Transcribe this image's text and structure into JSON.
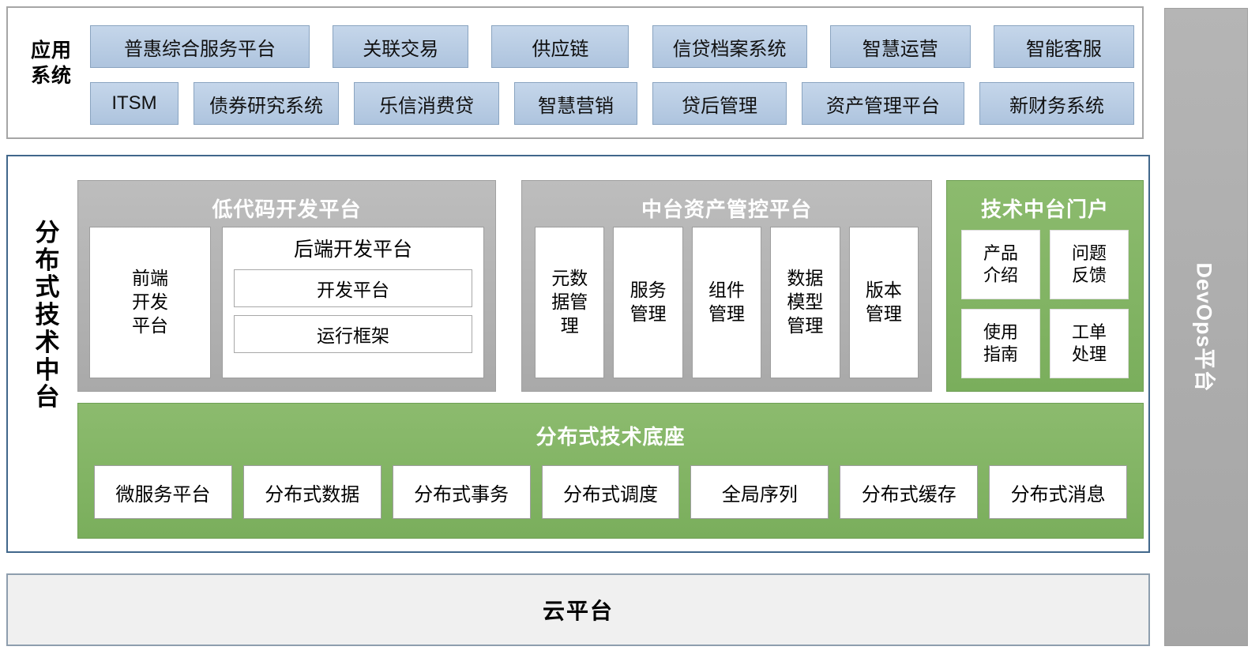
{
  "application_layer": {
    "label": "应用系统",
    "label_lines": [
      "应用",
      "系统"
    ],
    "row1": [
      "普惠综合服务平台",
      "关联交易",
      "供应链",
      "信贷档案系统",
      "智慧运营",
      "智能客服"
    ],
    "row2": [
      "ITSM",
      "债券研究系统",
      "乐信消费贷",
      "智慧营销",
      "贷后管理",
      "资产管理平台",
      "新财务系统"
    ]
  },
  "middle_layer": {
    "label": "分布式技术中台",
    "label_chars": [
      "分",
      "布",
      "式",
      "技",
      "术",
      "中",
      "台"
    ],
    "lowcode": {
      "title": "低代码开发平台",
      "frontend": "前端开发平台",
      "frontend_lines": [
        "前端",
        "开发",
        "平台"
      ],
      "backend_title": "后端开发平台",
      "backend_items": [
        "开发平台",
        "运行框架"
      ]
    },
    "assets": {
      "title": "中台资产管控平台",
      "items": [
        {
          "label": "元数据管理",
          "lines": [
            "元数",
            "据管",
            "理"
          ]
        },
        {
          "label": "服务管理",
          "lines": [
            "服务",
            "管理"
          ]
        },
        {
          "label": "组件管理",
          "lines": [
            "组件",
            "管理"
          ]
        },
        {
          "label": "数据模型管理",
          "lines": [
            "数据",
            "模型",
            "管理"
          ]
        },
        {
          "label": "版本管理",
          "lines": [
            "版本",
            "管理"
          ]
        }
      ]
    },
    "portal": {
      "title": "技术中台门户",
      "items": [
        {
          "label": "产品介绍",
          "lines": [
            "产品",
            "介绍"
          ]
        },
        {
          "label": "问题反馈",
          "lines": [
            "问题",
            "反馈"
          ]
        },
        {
          "label": "使用指南",
          "lines": [
            "使用",
            "指南"
          ]
        },
        {
          "label": "工单处理",
          "lines": [
            "工单",
            "处理"
          ]
        }
      ]
    },
    "base": {
      "title": "分布式技术底座",
      "items": [
        "微服务平台",
        "分布式数据",
        "分布式事务",
        "分布式调度",
        "全局序列",
        "分布式缓存",
        "分布式消息"
      ]
    }
  },
  "cloud_layer": {
    "title": "云平台"
  },
  "devops_rail": {
    "title": "DevOps平台"
  },
  "colors": {
    "app_chip": "#b9cde5",
    "app_chip_border": "#8aa4c0",
    "gray_panel": "#b0b0b0",
    "green_panel": "#82b566",
    "blue_outline": "#41678b",
    "gray_outline": "#a6a6a6",
    "cloud_fill": "#f0f0f0",
    "devops_fill": "#aaaaaa"
  }
}
